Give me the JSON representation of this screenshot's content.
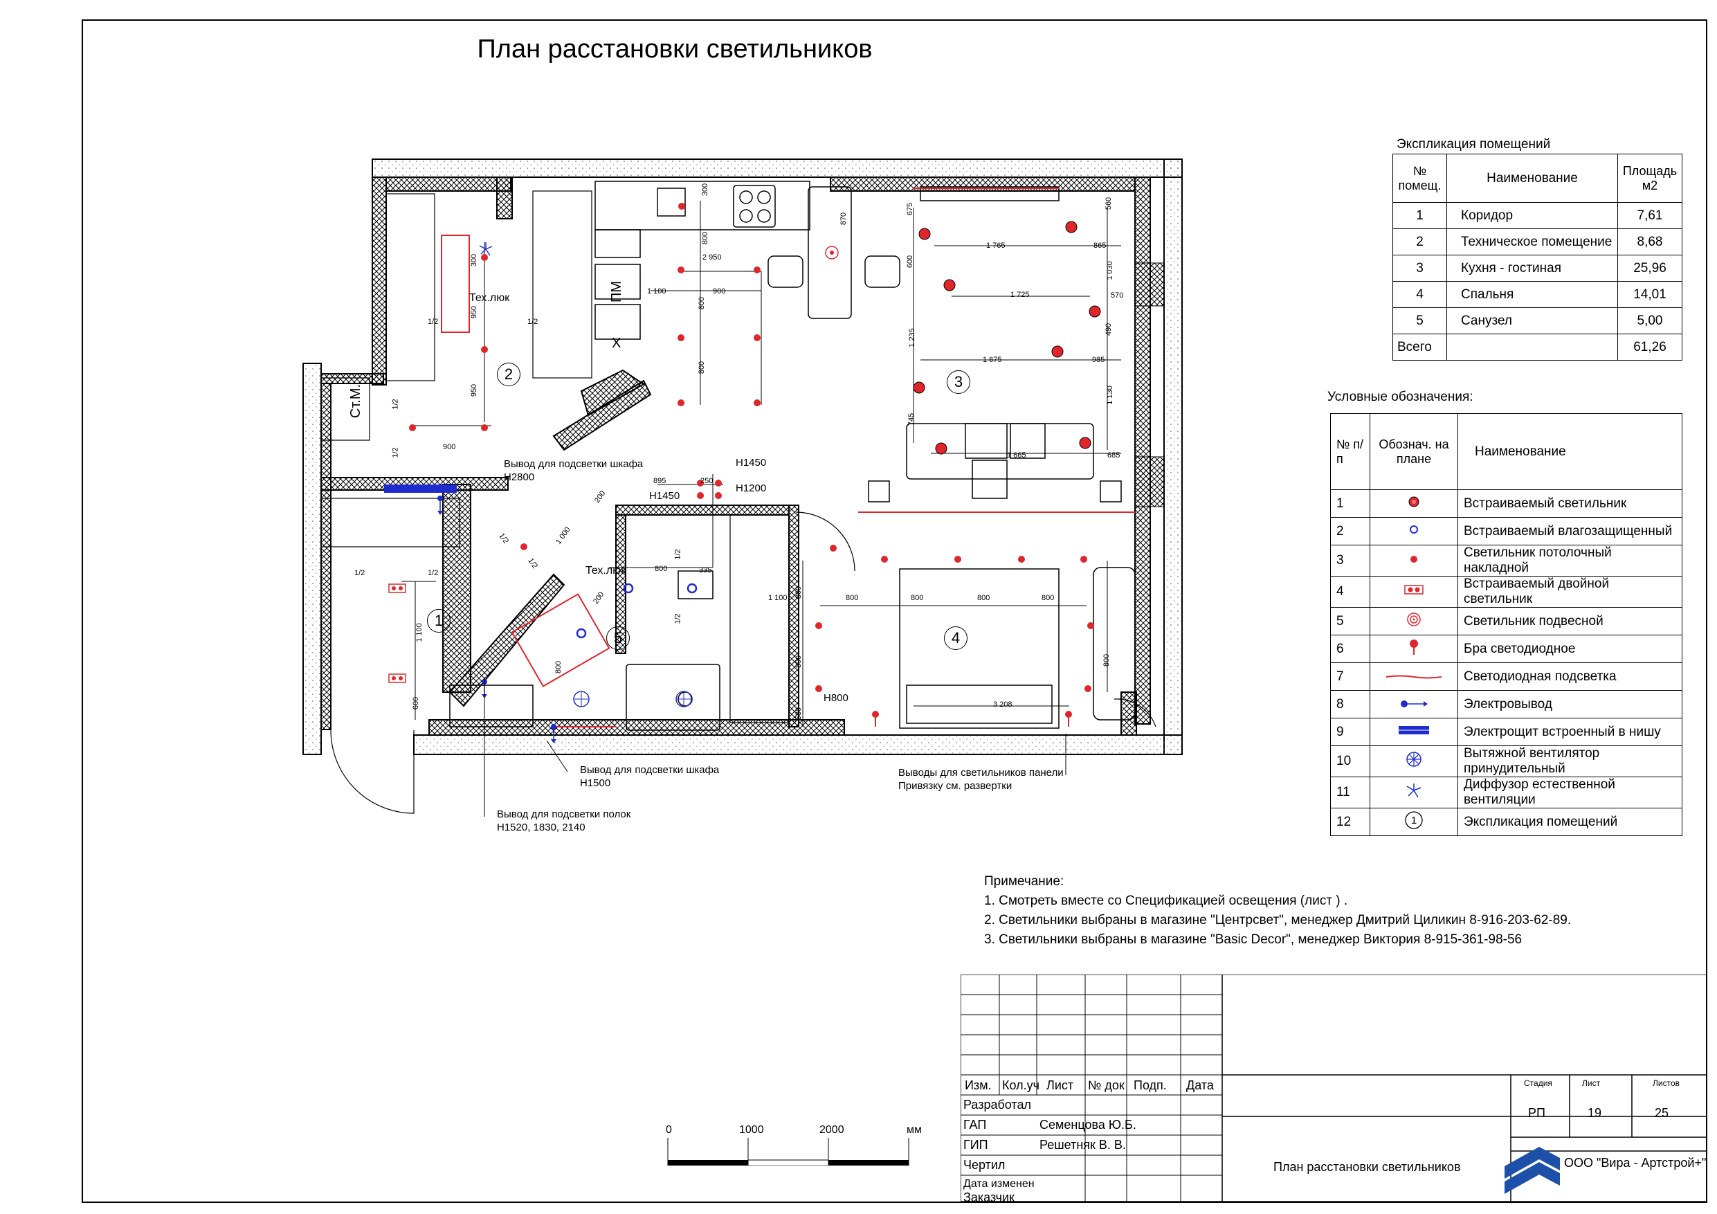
{
  "title": "План расстановки светильников",
  "explication": {
    "caption": "Экспликация  помещений",
    "headers": [
      "№ помещ.",
      "Наименование",
      "Площадь м2"
    ],
    "rows": [
      {
        "num": "1",
        "name": "Коридор",
        "area": "7,61"
      },
      {
        "num": "2",
        "name": "Техническое помещение",
        "area": "8,68"
      },
      {
        "num": "3",
        "name": "Кухня - гостиная",
        "area": "25,96"
      },
      {
        "num": "4",
        "name": "Спальня",
        "area": "14,01"
      },
      {
        "num": "5",
        "name": "Санузел",
        "area": "5,00"
      }
    ],
    "total_label": "Всего",
    "total_area": "61,26"
  },
  "legend": {
    "caption": "Условные обозначения:",
    "headers": [
      "№ п/п",
      "Обознач. на плане",
      "Наименование"
    ],
    "rows": [
      {
        "num": "1",
        "icon": "recessed-light-icon",
        "name": "Встраиваемый  светильник"
      },
      {
        "num": "2",
        "icon": "waterproof-light-icon",
        "name": "Встраиваемый влагозащищенный"
      },
      {
        "num": "3",
        "icon": "ceiling-light-icon",
        "name": "Светильник потолочный накладной"
      },
      {
        "num": "4",
        "icon": "double-light-icon",
        "name": "Встраиваемый двойной светильник"
      },
      {
        "num": "5",
        "icon": "pendant-light-icon",
        "name": "Светильник подвесной"
      },
      {
        "num": "6",
        "icon": "wall-sconce-icon",
        "name": "Бра светодиодное"
      },
      {
        "num": "7",
        "icon": "led-strip-icon",
        "name": "Светодиодная подсветка"
      },
      {
        "num": "8",
        "icon": "electrical-outlet-icon",
        "name": "Электровывод"
      },
      {
        "num": "9",
        "icon": "electrical-panel-icon",
        "name": "Электрощит встроенный в нишу"
      },
      {
        "num": "10",
        "icon": "exhaust-fan-icon",
        "name": "Вытяжной вентилятор принудительный"
      },
      {
        "num": "11",
        "icon": "diffuser-icon",
        "name": "Диффузор естественной вентиляции"
      },
      {
        "num": "12",
        "icon": "room-number-icon",
        "name": "Экспликация помещений"
      }
    ],
    "room_icon_digit": "1"
  },
  "notes": {
    "heading": "Примечание:",
    "items": [
      "1. Смотреть вместе со Спецификацией освещения (лист ) .",
      "2. Светильники выбраны в магазине \"Центрсвет\", менеджер Дмитрий Циликин 8-916-203-62-89.",
      "3. Светильники выбраны в магазине \"Basic Decor\", менеджер Виктория 8-915-361-98-56"
    ]
  },
  "plan_labels": {
    "room_numbers": [
      "1",
      "2",
      "3",
      "4",
      "5"
    ],
    "tech_hatch_1": "Тех.люк",
    "tech_hatch_2": "Тех.люк",
    "st_m": "Ст.М.",
    "pm": "ПМ",
    "x": "Х",
    "callout_wardrobe_top": "Вывод для подсветки шкафа",
    "callout_wardrobe_top_h": "H2800",
    "callout_wardrobe_bottom": "Вывод для подсветки шкафа",
    "callout_wardrobe_bottom_h": "H1500",
    "callout_shelves": "Вывод для подсветки полок",
    "callout_shelves_h": "H1520, 1830, 2140",
    "callout_panel": "Выводы для светильников панели",
    "callout_panel_ref": "Привязку см. развертки",
    "h1450_a": "H1450",
    "h1450_b": "H1450",
    "h1200": "H1200",
    "h800": "H800",
    "dims": {
      "d300a": "300",
      "d800a": "800",
      "d870": "870",
      "d2950": "2 950",
      "d1100a": "1 100",
      "d900a": "900",
      "d800b": "800",
      "d800c": "800",
      "d1765": "1 765",
      "d865": "865",
      "d560": "560",
      "d675": "675",
      "d600": "600",
      "d1725": "1 725",
      "d1030": "1 030",
      "d570": "570",
      "d490": "490",
      "d1235": "1 235",
      "d1675": "1 675",
      "d985": "985",
      "d1130": "1 130",
      "d745": "745",
      "d1665": "1 665",
      "d685": "685",
      "d300b": "300",
      "d950a": "950",
      "d950b": "950",
      "d900b": "900",
      "half": "1/2",
      "d895": "895",
      "d250": "250",
      "d1000": "1 000",
      "d200": "200",
      "d800d": "800",
      "d335": "335",
      "d1100b": "1 100",
      "d800e": "800",
      "d800f": "800",
      "d800g": "800",
      "d800h": "800",
      "d800i": "800",
      "d800j": "800",
      "d530": "530",
      "d3208": "3 208",
      "d1100c": "1 100",
      "d600b": "600",
      "d800k": "800",
      "d200b": "200"
    }
  },
  "scale_bar": {
    "labels": [
      "0",
      "1000",
      "2000",
      "мм"
    ]
  },
  "stamp": {
    "header_cols": [
      "Изм.",
      "Кол.уч",
      "Лист",
      "№ док",
      "Подп.",
      "Дата"
    ],
    "rows": [
      {
        "role": "Разработал",
        "name": ""
      },
      {
        "role": "ГАП",
        "name": "Семенцова Ю.Б."
      },
      {
        "role": "ГИП",
        "name": "Решетняк В. В."
      },
      {
        "role": "Чертил",
        "name": ""
      },
      {
        "role": "Дата изменен",
        "name": ""
      },
      {
        "role": "Заказчик",
        "name": ""
      }
    ],
    "drawing_title": "План расстановки светильников",
    "stage_label": "Стадия",
    "sheet_label": "Лист",
    "sheets_label": "Листов",
    "stage": "РП",
    "sheet": "19",
    "sheets": "25",
    "company": "ООО \"Вира - Артстрой+\""
  },
  "colors": {
    "light": "#e0262b",
    "blue": "#1e2ccf",
    "hatch": "#000000",
    "logo": "#1d50a8"
  }
}
